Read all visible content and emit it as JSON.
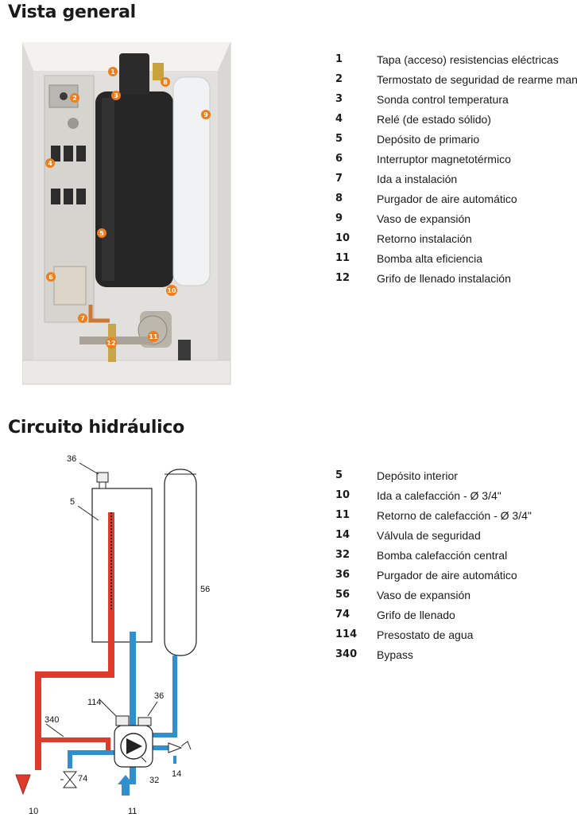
{
  "section1": {
    "title": "Vista general",
    "items": [
      {
        "num": "1",
        "label": "Tapa (acceso) resistencias eléctricas"
      },
      {
        "num": "2",
        "label": "Termostato de seguridad de rearme manual"
      },
      {
        "num": "3",
        "label": "Sonda control temperatura"
      },
      {
        "num": "4",
        "label": "Relé (de estado sólido)"
      },
      {
        "num": "5",
        "label": "Depósito de primario"
      },
      {
        "num": "6",
        "label": "Interruptor magnetotérmico"
      },
      {
        "num": "7",
        "label": "Ida a instalación"
      },
      {
        "num": "8",
        "label": "Purgador de aire automático"
      },
      {
        "num": "9",
        "label": "Vaso de expansión"
      },
      {
        "num": "10",
        "label": "Retorno instalación"
      },
      {
        "num": "11",
        "label": "Bomba alta eficiencia"
      },
      {
        "num": "12",
        "label": "Grifo de llenado instalación"
      }
    ],
    "badges": [
      "1",
      "2",
      "3",
      "4",
      "5",
      "6",
      "7",
      "8",
      "9",
      "10",
      "11",
      "12"
    ]
  },
  "section2": {
    "title": "Circuito hidráulico",
    "items": [
      {
        "num": "5",
        "label": "Depósito interior"
      },
      {
        "num": "10",
        "label": "Ida a calefacción - Ø 3/4\""
      },
      {
        "num": "11",
        "label": "Retorno de calefacción - Ø 3/4\""
      },
      {
        "num": "14",
        "label": "Válvula de seguridad"
      },
      {
        "num": "32",
        "label": "Bomba calefacción central"
      },
      {
        "num": "36",
        "label": "Purgador de aire automático"
      },
      {
        "num": "56",
        "label": "Vaso de expansión"
      },
      {
        "num": "74",
        "label": "Grifo de llenado"
      },
      {
        "num": "114",
        "label": "Presostato de agua"
      },
      {
        "num": "340",
        "label": "Bypass"
      }
    ],
    "diagram_labels": {
      "l36a": "36",
      "l5": "5",
      "l56": "56",
      "l114": "114",
      "l36b": "36",
      "l340": "340",
      "l74": "74",
      "l14": "14",
      "l32": "32",
      "l10": "10",
      "l11": "11"
    }
  },
  "colors": {
    "badge_orange": "#ef7d1a",
    "hot_red": "#e03a2a",
    "cold_blue": "#2f8fcf"
  }
}
